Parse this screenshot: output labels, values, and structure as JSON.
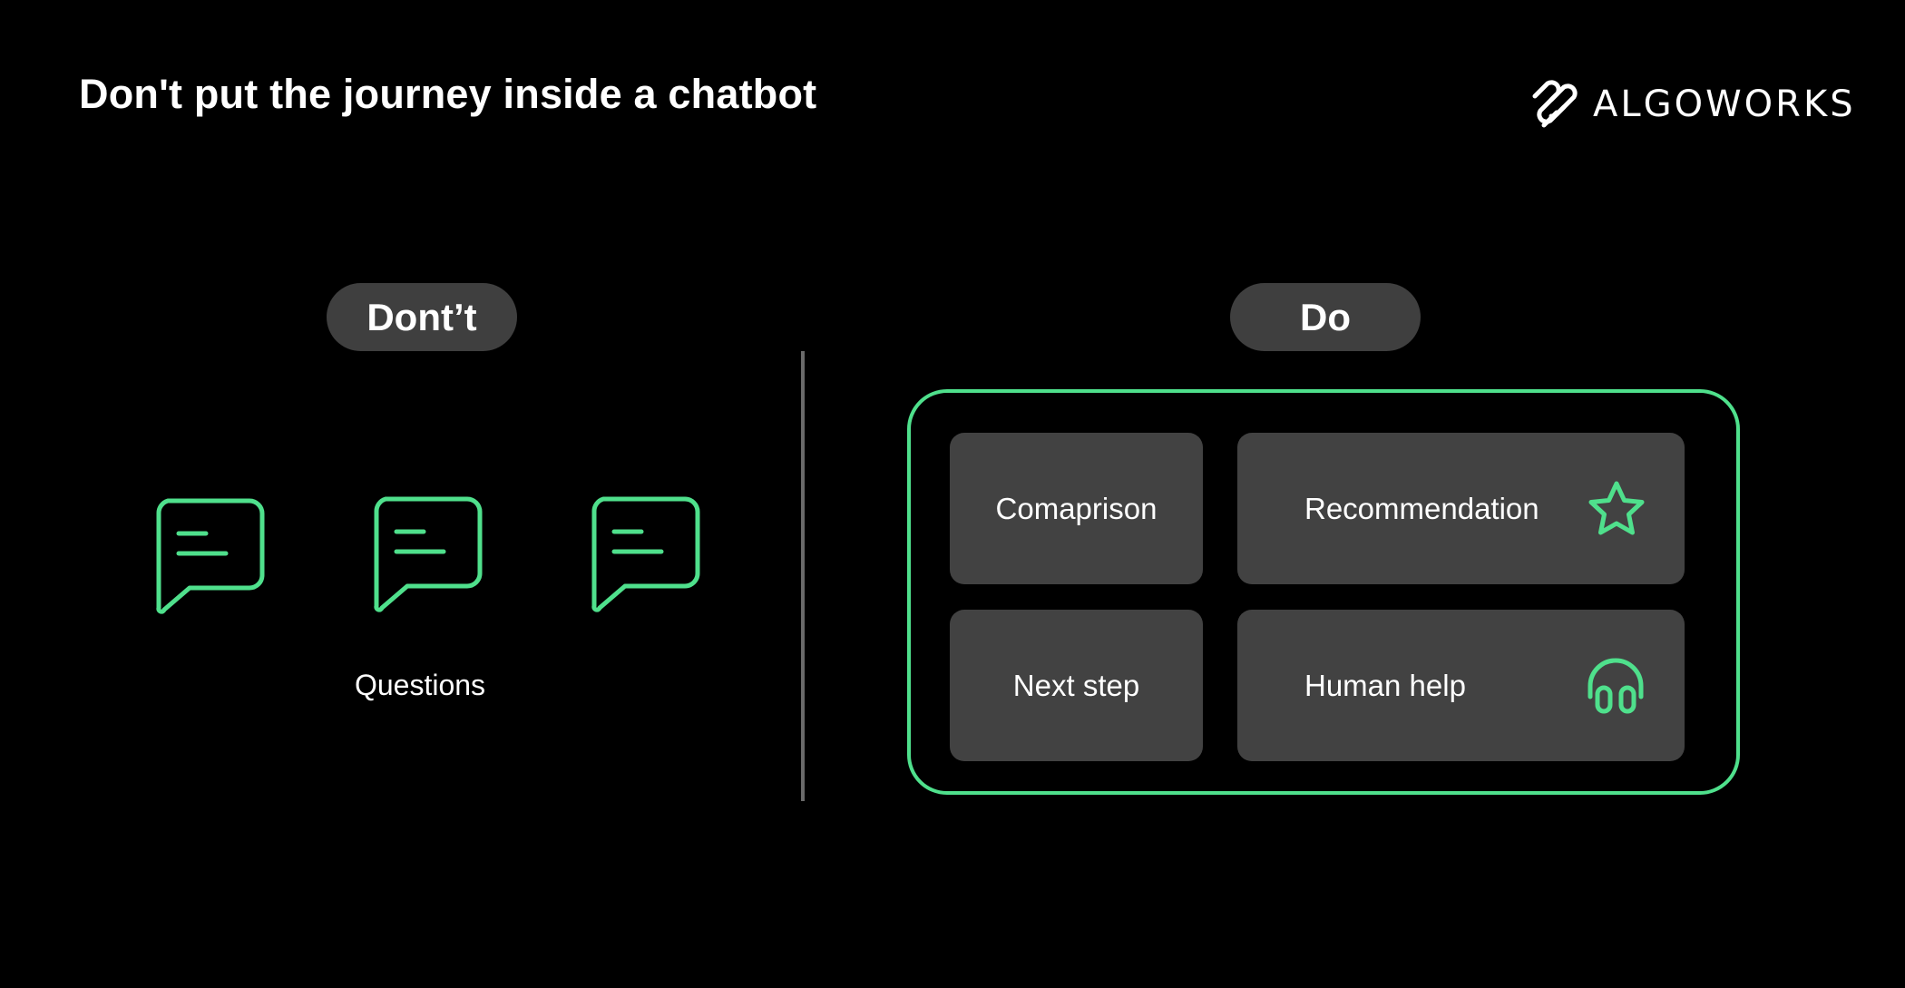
{
  "title": "Don't put the journey inside a chatbot",
  "logo": {
    "text": "ALGOWORKS",
    "icon": "algoworks-logo-icon"
  },
  "dont": {
    "label": "Dont’t",
    "caption": "Questions",
    "bubble_icon": "chat-bubble-icon"
  },
  "do": {
    "label": "Do",
    "tiles": [
      {
        "label": "Comaprison"
      },
      {
        "label": "Recommendation",
        "icon": "star-icon"
      },
      {
        "label": "Next step"
      },
      {
        "label": "Human help",
        "icon": "headphones-icon"
      }
    ]
  },
  "colors": {
    "background": "#000000",
    "accent": "#4fe08c",
    "pill": "#3f3f3f",
    "tile": "#424242",
    "divider": "#6a6a6a",
    "text": "#ffffff"
  }
}
